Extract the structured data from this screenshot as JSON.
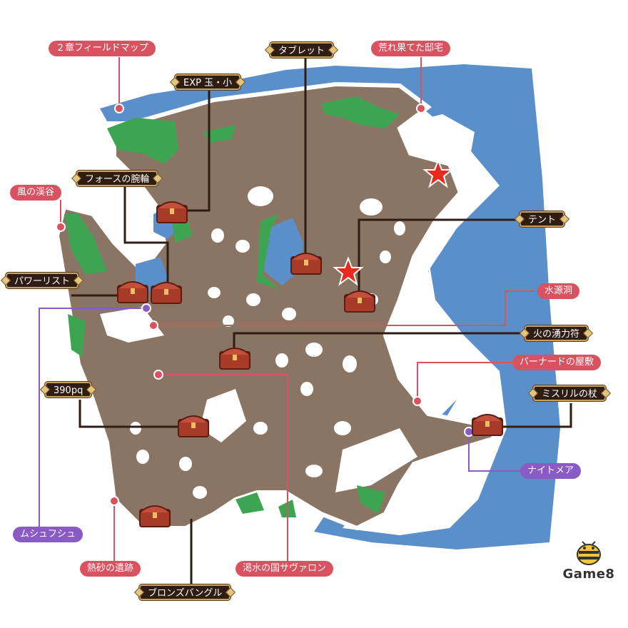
{
  "colors": {
    "sea": "#5b8fca",
    "land": "#8a7565",
    "grass": "#3da552",
    "item_label_bg": "#2f1d13",
    "item_label_border": "#c8a25a",
    "place_label": "#d9525f",
    "boss_label": "#8a5bc4",
    "star": "#e8291c"
  },
  "labels": {
    "map_title": "２章フィールドマップ",
    "exp_orb": "EXP 玉・小",
    "tablet": "タブレット",
    "mansion_ruins": "荒れ果てた邸宅",
    "force_bracelet": "フォースの腕輪",
    "wind_valley": "風の渓谷",
    "tent": "テント",
    "power_wrist": "パワーリスト",
    "water_cave": "水源洞",
    "fire_talisman": "火の湧力符",
    "bernard_mansion": "バーナードの屋敷",
    "money": "390pq",
    "mithril_staff": "ミスリルの杖",
    "nightmare": "ナイトメア",
    "mushufushu": "ムシュフシュ",
    "hot_sand_ruins": "熱砂の遺跡",
    "savaron": "渇水の国サヴァロン",
    "bronze_bangle": "ブロンズバングル"
  },
  "brand": "Game8",
  "markers": {
    "chest_icon": "treasure-chest-icon",
    "star_icon": "star-icon",
    "pin_icon": "location-dot-icon"
  }
}
